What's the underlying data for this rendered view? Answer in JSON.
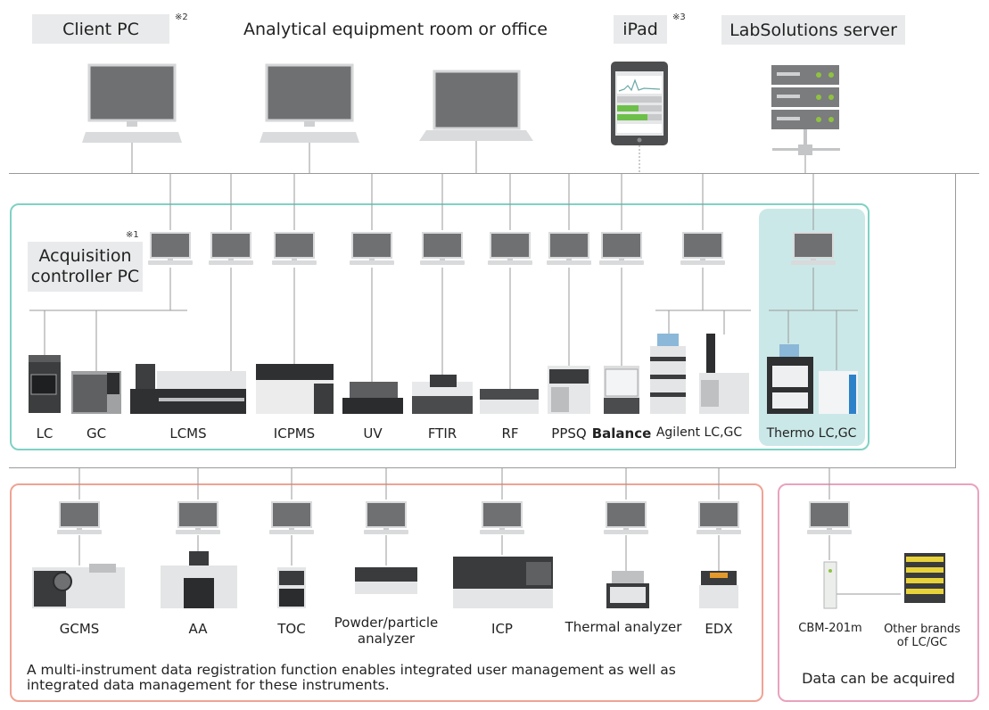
{
  "header": {
    "client_pc": "Client PC",
    "client_note": "※2",
    "room_title": "Analytical equipment room or office",
    "ipad": "iPad",
    "ipad_note": "※3",
    "server": "LabSolutions server"
  },
  "acquisition": {
    "label_line1": "Acquisition",
    "label_line2": "controller PC",
    "note": "※1"
  },
  "instruments_top": [
    "LC",
    "GC",
    "LCMS",
    "ICPMS",
    "UV",
    "FTIR",
    "RF",
    "PPSQ",
    "Balance",
    "Agilent LC,GC",
    "Thermo LC,GC"
  ],
  "instruments_bottom": [
    "GCMS",
    "AA",
    "TOC",
    "Powder/particle",
    "analyzer",
    "ICP",
    "Thermal analyzer",
    "EDX"
  ],
  "footer_text_line1": "A multi-instrument data registration function enables integrated user management as well as",
  "footer_text_line2": "integrated data management for these instruments.",
  "other_brands": {
    "cbm": "CBM-201m",
    "other_line1": "Other brands",
    "other_line2": "of LC/GC",
    "caption": "Data can be acquired"
  },
  "colors": {
    "teal_border": "#7fd2c5",
    "thermo_fill": "#cbe8e8",
    "salmon_border": "#f0a394",
    "pink_border": "#e9a2be",
    "monitor_grey": "#6f7072",
    "line_grey": "#9a9a9a"
  },
  "icons": [
    "desktop-monitor-icon",
    "laptop-icon",
    "tablet-icon",
    "server-rack-icon"
  ]
}
